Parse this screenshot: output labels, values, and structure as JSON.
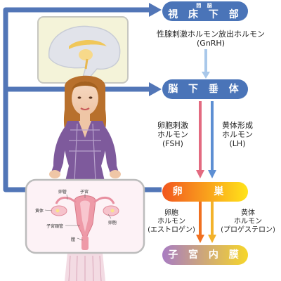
{
  "nodes": {
    "hypothalamus": {
      "small": "間 脳",
      "big": "視 床 下 部"
    },
    "pituitary": {
      "big": "脳 下 垂 体"
    },
    "ovary": {
      "big": "卵 巣"
    },
    "endometrium": {
      "big": "子 宮 内 膜"
    }
  },
  "hormones": {
    "gnrh": {
      "line1": "性腺刺激ホルモン放出ホルモン",
      "line2": "(GnRH)"
    },
    "fsh": {
      "line1": "卵胞刺激",
      "line2": "ホルモン",
      "line3": "(FSH)"
    },
    "lh": {
      "line1": "黄体形成",
      "line2": "ホルモン",
      "line3": "(LH)"
    },
    "estrogen": {
      "line1": "卵胞",
      "line2": "ホルモン",
      "line3": "(エストロゲン)"
    },
    "progesterone": {
      "line1": "黄体",
      "line2": "ホルモン",
      "line3": "(プロゲステロン)"
    }
  },
  "anatomy_labels": {
    "oviduct": "卵管",
    "uterus": "子宮",
    "corpus_luteum": "黄体",
    "follicle": "卵胞",
    "cervical_canal": "子宮頸管",
    "vagina": "膣"
  },
  "colors": {
    "node_blue": "#4a74b8",
    "feedback_arrow": "#5276b7",
    "fsh_arrow": "#e36a80",
    "lh_arrow": "#5d8fd3",
    "gnrh_arrow": "#a9c8ea",
    "estrogen_arrow": "#f07020",
    "progesterone_arrow": "#f3b22a",
    "ovary_gradient": [
      "#f2571f",
      "#ffe41a"
    ],
    "endometrium_gradient": [
      "#a87cc3",
      "#f6d62a"
    ]
  }
}
